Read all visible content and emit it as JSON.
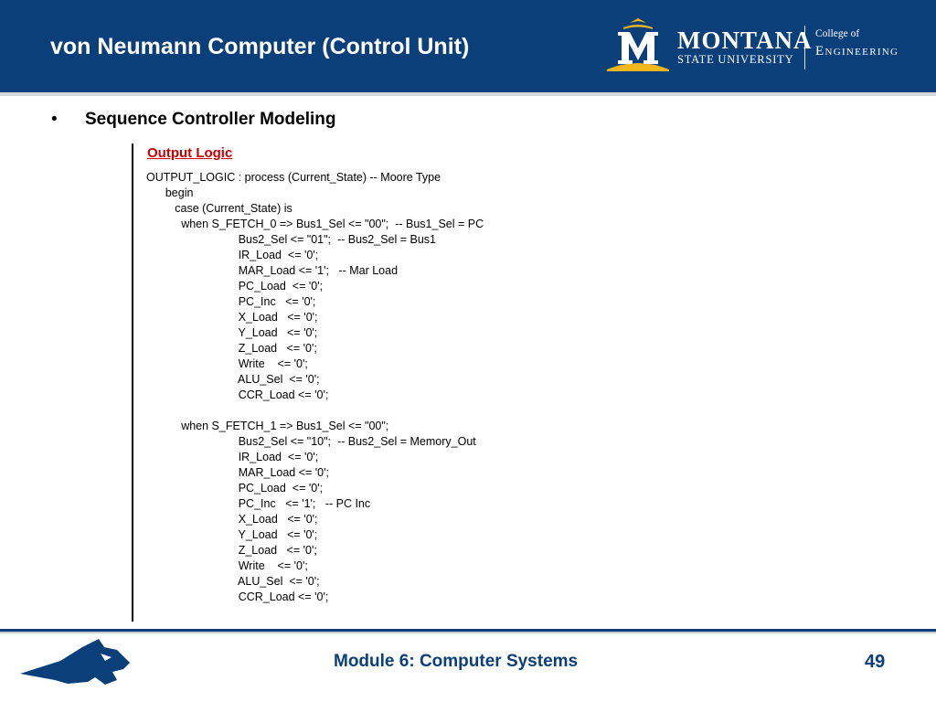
{
  "header": {
    "title": "von Neumann Computer (Control Unit)",
    "logo": {
      "name": "MONTANA",
      "subtitle": "STATE UNIVERSITY",
      "college_of": "College of",
      "college": "Engineering"
    }
  },
  "bullet": {
    "symbol": "•",
    "text": "Sequence Controller Modeling"
  },
  "section_title": "Output Logic",
  "code_lines": [
    "OUTPUT_LOGIC : process (Current_State) -- Moore Type",
    "      begin",
    "         case (Current_State) is",
    "           when S_FETCH_0 => Bus1_Sel <= \"00\";  -- Bus1_Sel = PC",
    "                             Bus2_Sel <= \"01\";  -- Bus2_Sel = Bus1",
    "                             IR_Load  <= '0';",
    "                             MAR_Load <= '1';   -- Mar Load",
    "                             PC_Load  <= '0';",
    "                             PC_Inc   <= '0';",
    "                             X_Load   <= '0';",
    "                             Y_Load   <= '0';",
    "                             Z_Load   <= '0';",
    "                             Write    <= '0';",
    "                             ALU_Sel  <= '0';",
    "                             CCR_Load <= '0';",
    "",
    "           when S_FETCH_1 => Bus1_Sel <= \"00\";",
    "                             Bus2_Sel <= \"10\";  -- Bus2_Sel = Memory_Out",
    "                             IR_Load  <= '0';",
    "                             MAR_Load <= '0';",
    "                             PC_Load  <= '0';",
    "                             PC_Inc   <= '1';   -- PC Inc",
    "                             X_Load   <= '0';",
    "                             Y_Load   <= '0';",
    "                             Z_Load   <= '0';",
    "                             Write    <= '0';",
    "                             ALU_Sel  <= '0';",
    "                             CCR_Load <= '0';"
  ],
  "footer": {
    "module": "Module 6: Computer Systems",
    "page": "49"
  },
  "icons": {
    "logo": "msu-m-logo-icon",
    "mascot": "bobcat-icon"
  },
  "colors": {
    "brand_blue": "#0b3f7a",
    "gold": "#f2b71e",
    "section_red": "#cc0000"
  }
}
